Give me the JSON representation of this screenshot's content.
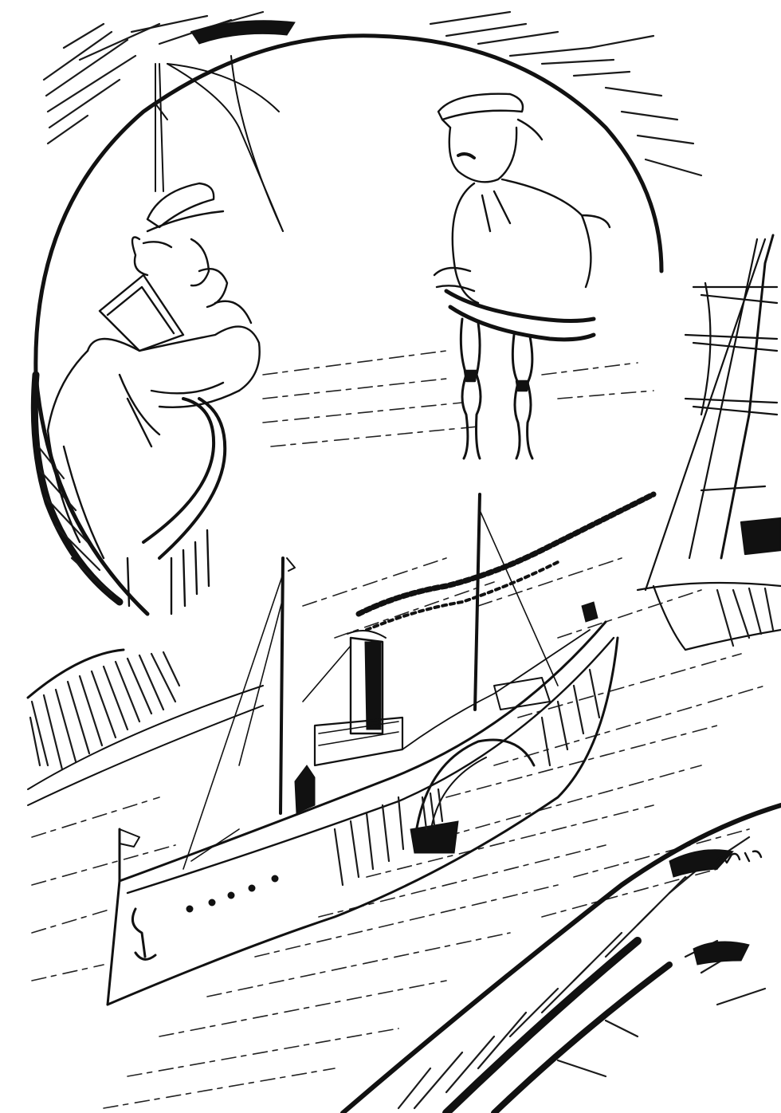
{
  "illustration": {
    "style": "black-and-white pen-and-ink engraving",
    "background": "#ffffff",
    "ink": "#111111",
    "vignette": {
      "shape": "circle",
      "subjects": [
        "young woman in sailor cap and collar leaning on railing, hand raised to mouth",
        "mustached sailor in cap leaning on railing"
      ]
    },
    "foreground": {
      "main_vessel": "paddle steamer with funnel emitting smoke, two masts, side paddle-box",
      "background_vessel": "three-masted sailing ship at right",
      "setting": "river or sea with diagonal waves and banks"
    },
    "signature": "illegible artist initials, lower right"
  }
}
